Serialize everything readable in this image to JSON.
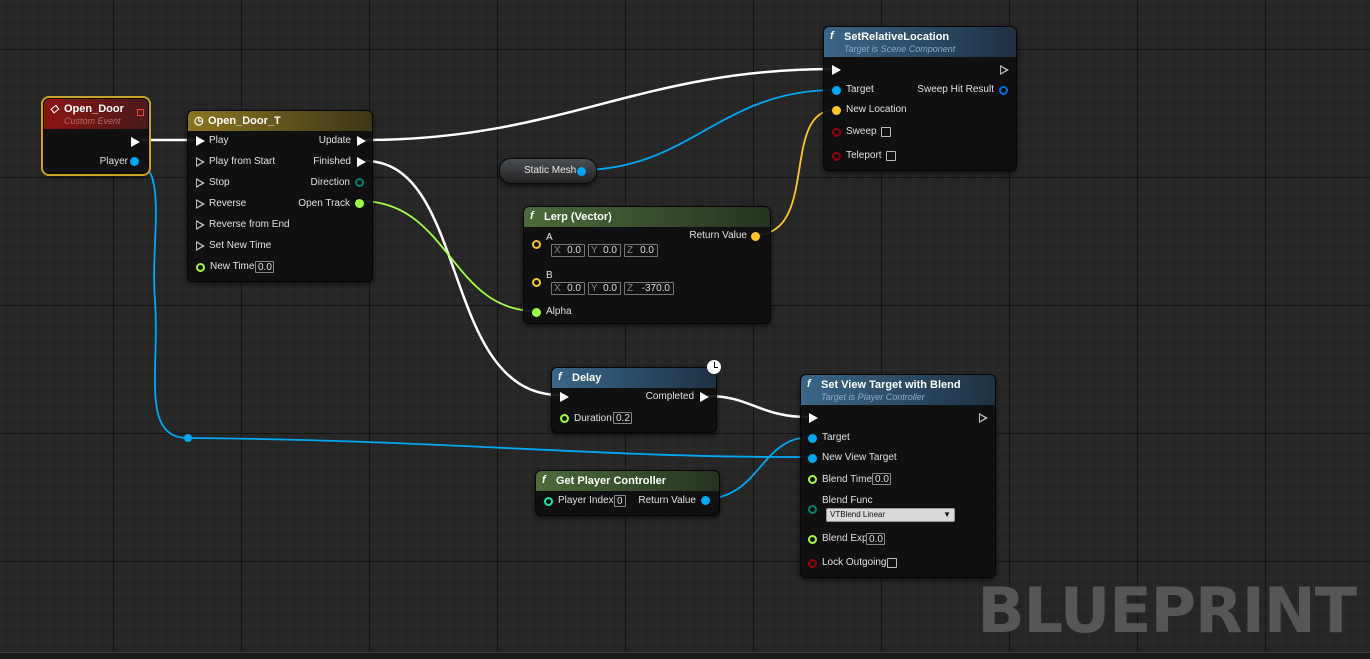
{
  "watermark": "BLUEPRINT",
  "colors": {
    "exec": "#ffffff",
    "object": "#00a8f4",
    "vector": "#fdc828",
    "float": "#9fff44",
    "bool": "#940000",
    "enum": "#00806e"
  },
  "nodes": {
    "open_door": {
      "title": "Open_Door",
      "subtitle": "Custom Event",
      "outputs": [
        "Player"
      ]
    },
    "timeline": {
      "title": "Open_Door_T",
      "inputs": [
        "Play",
        "Play from Start",
        "Stop",
        "Reverse",
        "Reverse from End",
        "Set New Time",
        "New Time"
      ],
      "new_time_value": "0.0",
      "outputs": [
        "Update",
        "Finished",
        "Direction",
        "Open Track"
      ]
    },
    "static_mesh": {
      "label": "Static Mesh"
    },
    "lerp": {
      "title": "Lerp (Vector)",
      "pin_a": "A",
      "pin_b": "B",
      "pin_alpha": "Alpha",
      "return_value": "Return Value",
      "a": {
        "x_label": "X",
        "x": "0.0",
        "y_label": "Y",
        "y": "0.0",
        "z_label": "Z",
        "z": "0.0"
      },
      "b": {
        "x_label": "X",
        "x": "0.0",
        "y_label": "Y",
        "y": "0.0",
        "z_label": "Z",
        "z": "-370.0"
      }
    },
    "set_rel_loc": {
      "title": "SetRelativeLocation",
      "subtitle": "Target is Scene Component",
      "inputs": [
        "Target",
        "New Location",
        "Sweep",
        "Teleport"
      ],
      "outputs": [
        "Sweep Hit Result"
      ]
    },
    "delay": {
      "title": "Delay",
      "duration_label": "Duration",
      "duration_value": "0.2",
      "completed_label": "Completed"
    },
    "get_player_controller": {
      "title": "Get Player Controller",
      "player_index_label": "Player Index",
      "player_index_value": "0",
      "return_value": "Return Value"
    },
    "set_view_target": {
      "title": "Set View Target with Blend",
      "subtitle": "Target is Player Controller",
      "target_label": "Target",
      "new_view_target_label": "New View Target",
      "blend_time_label": "Blend Time",
      "blend_time_value": "0.0",
      "blend_func_label": "Blend Func",
      "blend_func_value": "VTBlend Linear",
      "blend_exp_label": "Blend Exp",
      "blend_exp_value": "0.0",
      "lock_outgoing_label": "Lock Outgoing"
    }
  }
}
